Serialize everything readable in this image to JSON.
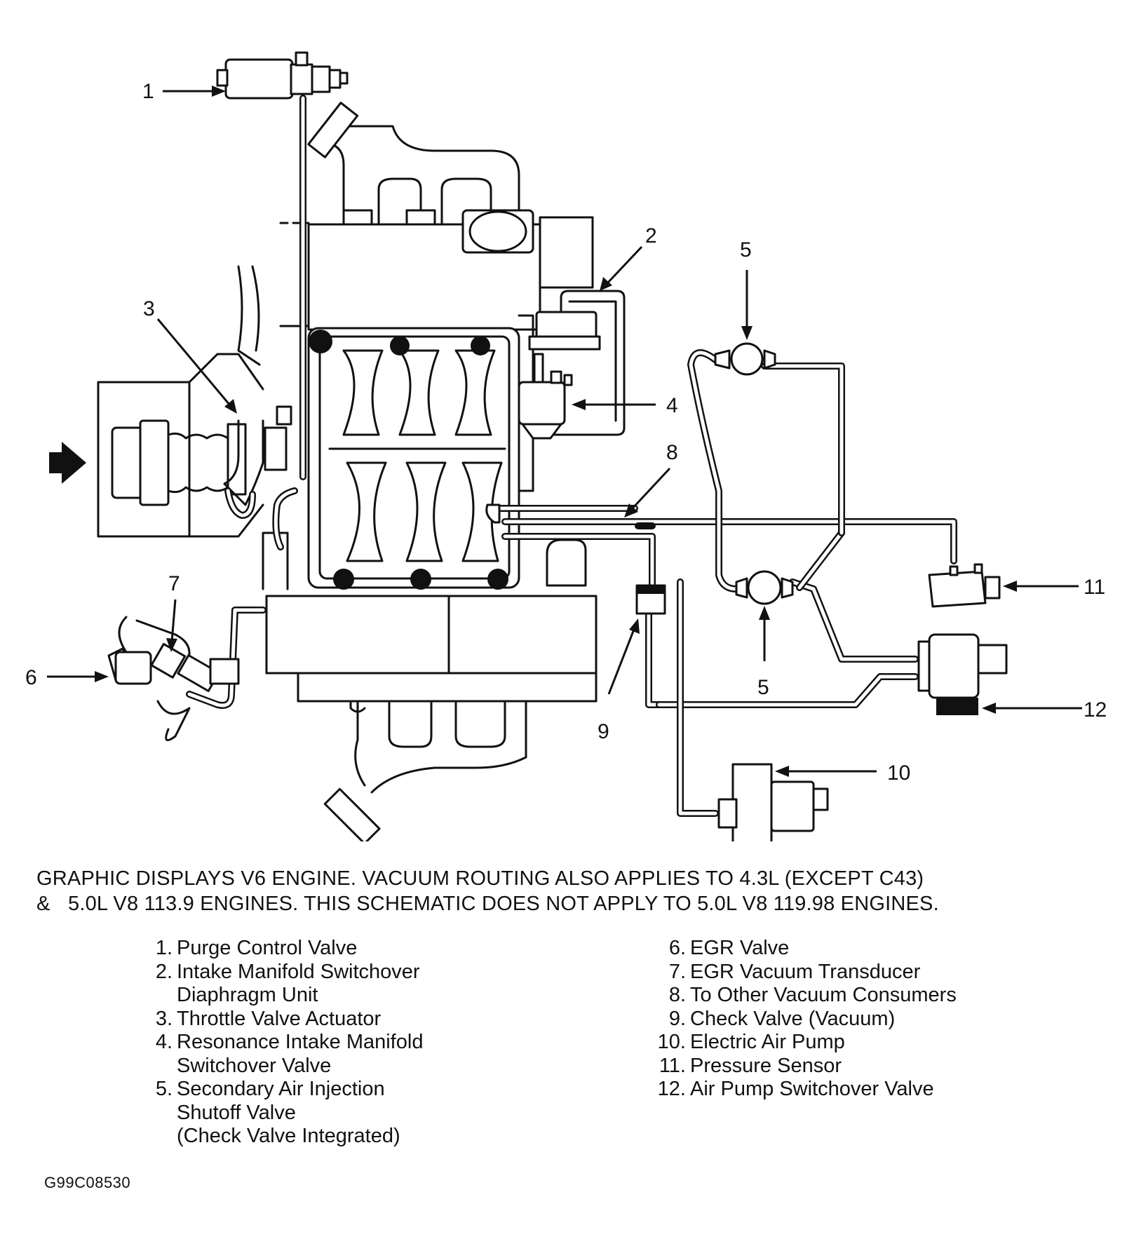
{
  "callouts": [
    "1",
    "2",
    "3",
    "4",
    "5",
    "5",
    "6",
    "7",
    "8",
    "9",
    "10",
    "11",
    "12"
  ],
  "caption": {
    "line1": "GRAPHIC DISPLAYS V6 ENGINE. VACUUM ROUTING ALSO APPLIES TO 4.3L (EXCEPT C43)",
    "line2_prefix": "&",
    "line2": "5.0L V8 113.9 ENGINES. THIS SCHEMATIC DOES NOT APPLY TO 5.0L V8 119.98 ENGINES."
  },
  "legend": {
    "left": [
      {
        "num": "1.",
        "lines": [
          "Purge Control Valve"
        ]
      },
      {
        "num": "2.",
        "lines": [
          "Intake Manifold Switchover",
          "Diaphragm Unit"
        ]
      },
      {
        "num": "3.",
        "lines": [
          "Throttle Valve Actuator"
        ]
      },
      {
        "num": "4.",
        "lines": [
          "Resonance Intake Manifold",
          "Switchover Valve"
        ]
      },
      {
        "num": "5.",
        "lines": [
          "Secondary Air Injection",
          "Shutoff Valve",
          "(Check Valve Integrated)"
        ]
      }
    ],
    "right": [
      {
        "num": "6.",
        "lines": [
          "EGR Valve"
        ]
      },
      {
        "num": "7.",
        "lines": [
          "EGR Vacuum Transducer"
        ]
      },
      {
        "num": "8.",
        "lines": [
          "To Other Vacuum Consumers"
        ]
      },
      {
        "num": "9.",
        "lines": [
          "Check Valve (Vacuum)"
        ]
      },
      {
        "num": "10.",
        "lines": [
          "Electric Air Pump"
        ]
      },
      {
        "num": "11.",
        "lines": [
          "Pressure Sensor"
        ]
      },
      {
        "num": "12.",
        "lines": [
          "Air Pump Switchover Valve"
        ]
      }
    ]
  },
  "figure_id": "G99C08530"
}
